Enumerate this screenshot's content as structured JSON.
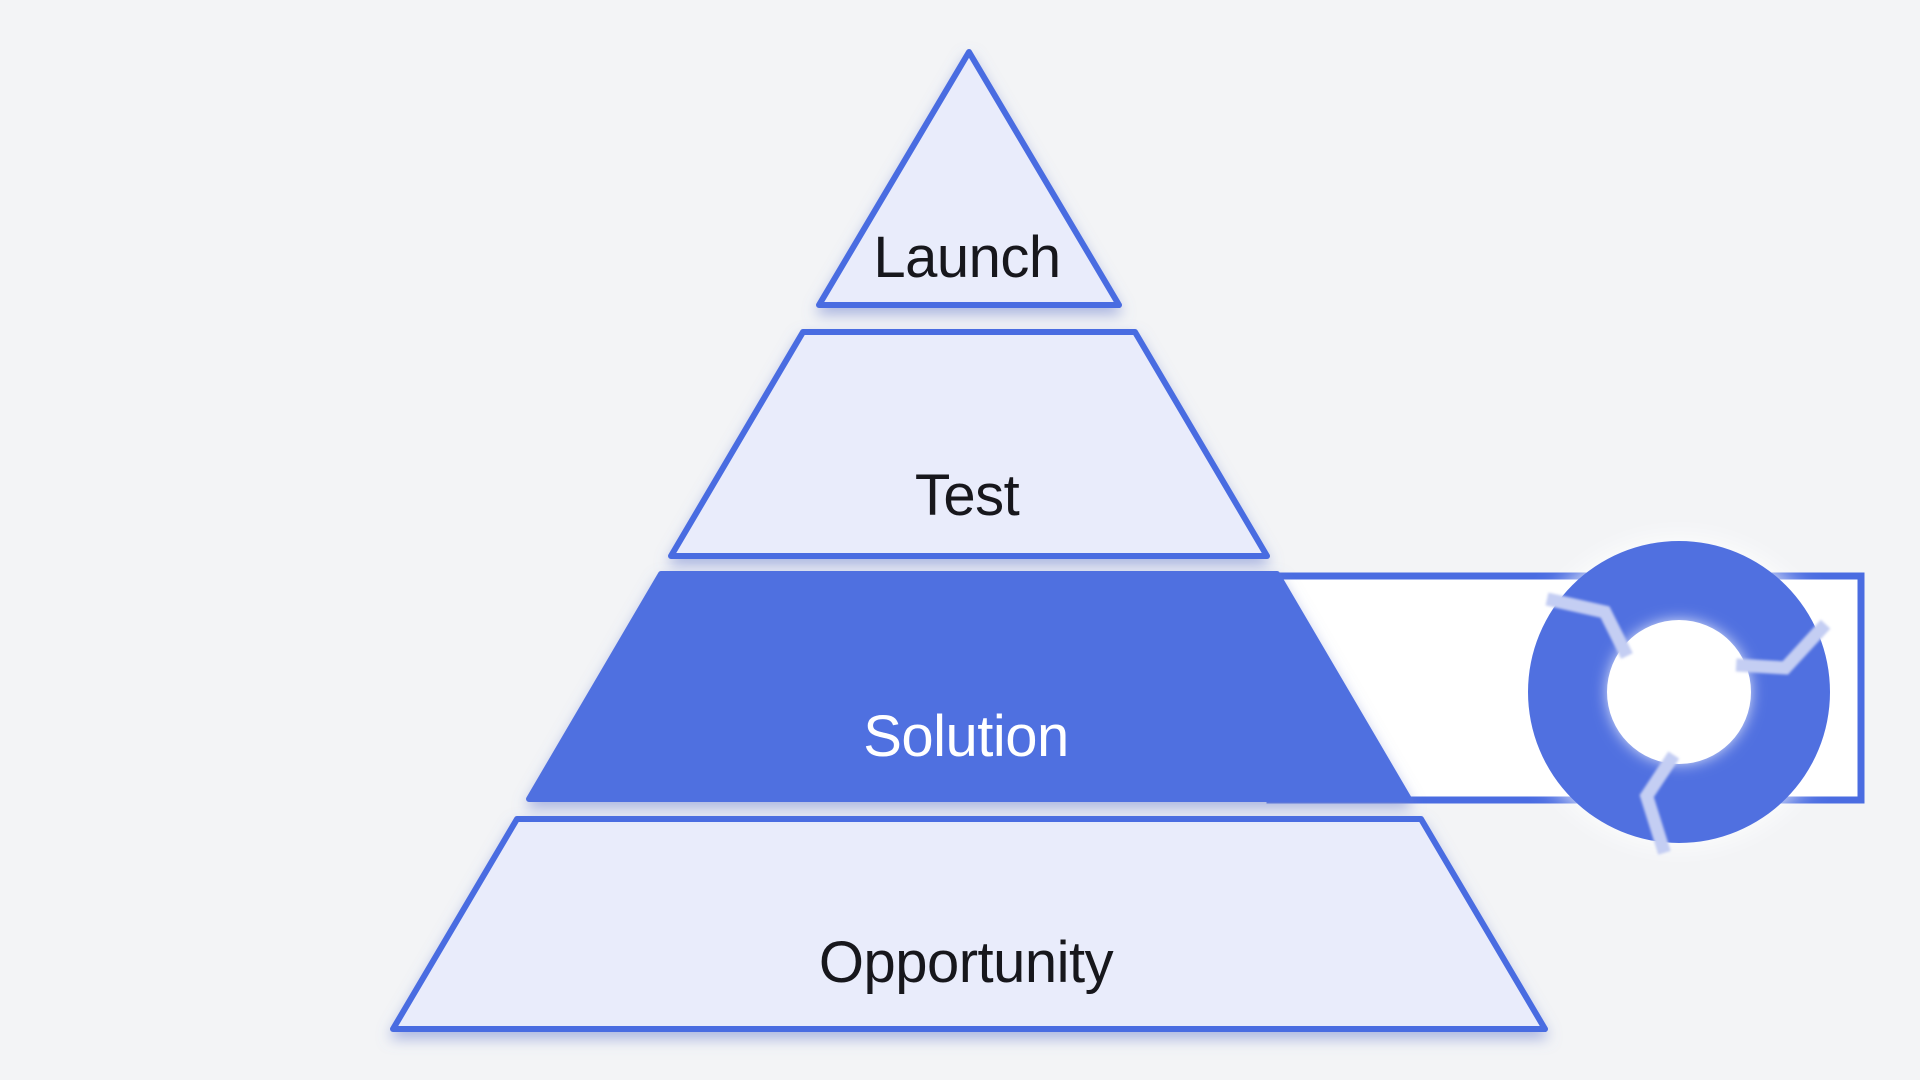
{
  "page": {
    "background": "#f3f4f6"
  },
  "colors": {
    "page_bg": "#f3f4f6",
    "band_fill_light": "#e9ecfb",
    "band_border": "#4a6ce1",
    "band_fill_active": "#5070e0",
    "callout_fill": "#ffffff",
    "callout_border": "#4a6ce1",
    "icon_blue": "#5070e0",
    "icon_cut_light": "#c4cef3",
    "glow_white": "#ffffff",
    "label_dark": "#17171c",
    "label_light": "#ffffff"
  },
  "diagram": {
    "type": "pyramid",
    "direction": "top-to-bottom",
    "levels": [
      {
        "label": "Launch",
        "active": false
      },
      {
        "label": "Test",
        "active": false
      },
      {
        "label": "Solution",
        "active": true
      },
      {
        "label": "Opportunity",
        "active": false
      }
    ],
    "callout": {
      "attached_to": "Solution",
      "icon": "cycle-arrows-icon",
      "icon_segments": 3
    }
  }
}
